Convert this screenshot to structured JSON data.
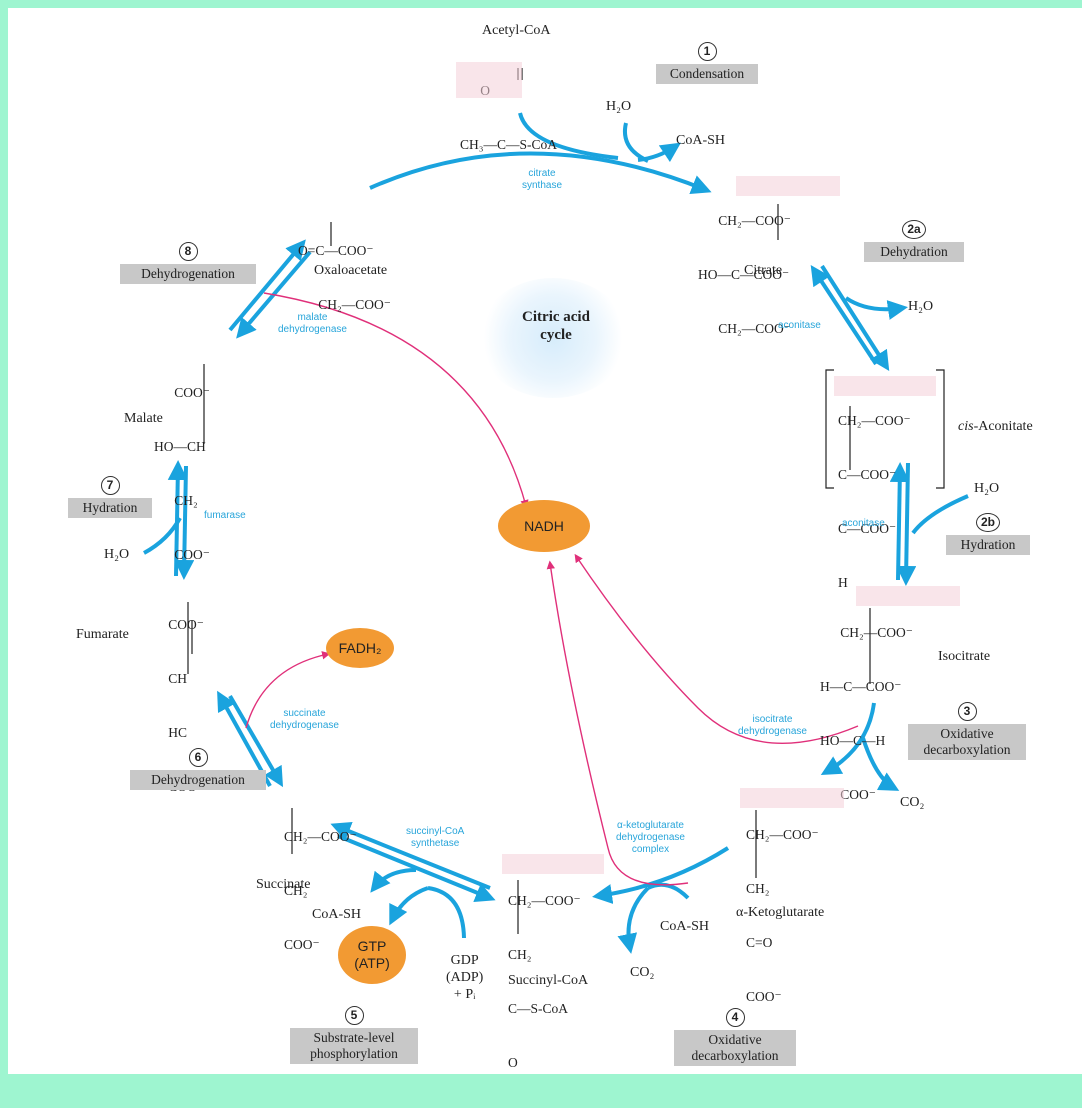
{
  "title": "Citric acid\ncycle",
  "metabolites": {
    "acetyl_coa": {
      "name": "Acetyl-CoA",
      "l1": "      O",
      "l2": "CH₃—C—S-CoA"
    },
    "citrate": {
      "name": "Citrate",
      "l1": "      CH₂—COO⁻",
      "l2": "HO—C—COO⁻",
      "l3": "      CH₂—COO⁻"
    },
    "cis_aconitate": {
      "name": "cis-Aconitate",
      "l1": "CH₂—COO⁻",
      "l2": "C—COO⁻",
      "l3": "C—COO⁻",
      "l4": "H"
    },
    "isocitrate": {
      "name": "Isocitrate",
      "l1": "      CH₂—COO⁻",
      "l2": "H—C—COO⁻",
      "l3": "HO—C—H",
      "l4": "      COO⁻"
    },
    "alpha_kg": {
      "name": "α-Ketoglutarate",
      "l1": "CH₂—COO⁻",
      "l2": "CH₂",
      "l3": "C=O",
      "l4": "COO⁻"
    },
    "succinyl_coa": {
      "name": "Succinyl-CoA",
      "l1": "CH₂—COO⁻",
      "l2": "CH₂",
      "l3": "C—S-CoA",
      "l4": "O"
    },
    "succinate": {
      "name": "Succinate",
      "l1": "CH₂—COO⁻",
      "l2": "CH₂",
      "l3": "COO⁻"
    },
    "fumarate": {
      "name": "Fumarate",
      "l1": "      COO⁻",
      "l2": "      CH",
      "l3": "      HC",
      "l4": "      COO⁻"
    },
    "malate": {
      "name": "Malate",
      "l1": "      COO⁻",
      "l2": "HO—CH",
      "l3": "      CH₂",
      "l4": "      COO⁻"
    },
    "oxaloacetate": {
      "name": "Oxaloacetate",
      "l1": "O=C—COO⁻",
      "l2": "      CH₂—COO⁻"
    }
  },
  "small_molecules": {
    "h2o_1": "H₂O",
    "coash_1": "CoA-SH",
    "h2o_2": "H₂O",
    "h2o_3": "H₂O",
    "co2_1": "CO₂",
    "coash_2": "CoA-SH",
    "co2_2": "CO₂",
    "coash_3": "CoA-SH",
    "gdp": "GDP\n(ADP)\n+ Pᵢ",
    "h2o_4": "H₂O"
  },
  "enzymes": {
    "citrate_synthase": "citrate\nsynthase",
    "aconitase_1": "aconitase",
    "aconitase_2": "aconitase",
    "isocitrate_dh": "isocitrate\ndehydrogenase",
    "akg_dh": "α-ketoglutarate\ndehydrogenase\ncomplex",
    "succinyl_coa_synthetase": "succinyl-CoA\nsynthetase",
    "succinate_dh": "succinate\ndehydrogenase",
    "fumarase": "fumarase",
    "malate_dh": "malate\ndehydrogenase"
  },
  "steps": [
    {
      "num": "1",
      "label": "Condensation"
    },
    {
      "num": "2a",
      "label": "Dehydration"
    },
    {
      "num": "2b",
      "label": "Hydration"
    },
    {
      "num": "3",
      "label": "Oxidative\ndecarboxylation"
    },
    {
      "num": "4",
      "label": "Oxidative\ndecarboxylation"
    },
    {
      "num": "5",
      "label": "Substrate-level\nphosphorylation"
    },
    {
      "num": "6",
      "label": "Dehydrogenation"
    },
    {
      "num": "7",
      "label": "Hydration"
    },
    {
      "num": "8",
      "label": "Dehydrogenation"
    }
  ],
  "products": {
    "nadh": "NADH",
    "fadh2": "FADH₂",
    "gtp": "GTP\n(ATP)"
  },
  "colors": {
    "arrow": "#1aa3de",
    "nadh_arrow": "#e0307a",
    "product": "#f29a33",
    "highlight": "#f4cfd9",
    "step_box": "#c8c8c8"
  }
}
